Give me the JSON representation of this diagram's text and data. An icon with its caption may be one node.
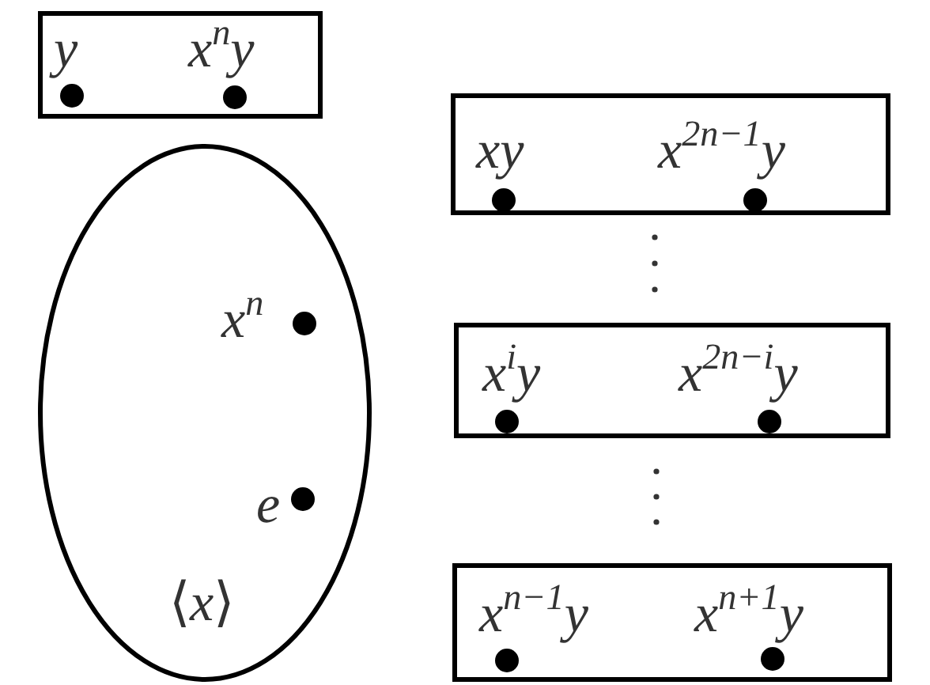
{
  "diagram": {
    "nodes": [
      {
        "text": [
          "y",
          "x$^{n}$y"
        ]
      },
      {
        "text": [
          "x$^{n}$",
          "e",
          "⟨*x*⟩"
        ]
      },
      {
        "text": [
          "xy",
          "x$^{2n−1}$y"
        ]
      },
      {
        "text": [
          "x$^{i}$y",
          "x$^{2n−i}$y"
        ]
      },
      {
        "text": [
          "x$^{n−1}$y",
          "x$^{n+1}$y"
        ]
      }
    ]
  }
}
